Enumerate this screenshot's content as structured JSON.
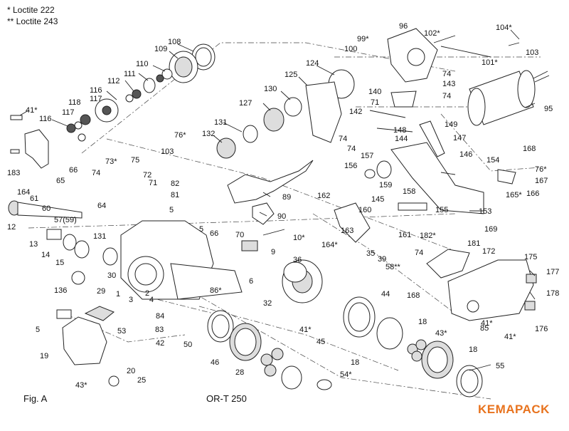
{
  "notes": {
    "loctite_1": "*  Loctite 222",
    "loctite_2": "** Loctite 243"
  },
  "footer": {
    "figure": "Fig. A",
    "model": "OR-T 250",
    "brand": "KEMAPACK",
    "brand_color": "#e8731e"
  },
  "callouts": [
    "104*",
    "96",
    "102*",
    "99*",
    "100",
    "103",
    "101*",
    "108",
    "109",
    "110",
    "124",
    "74",
    "111",
    "125",
    "143",
    "74",
    "112",
    "116",
    "130",
    "140",
    "95",
    "118",
    "117",
    "127",
    "71",
    "142",
    "116",
    "41*",
    "117",
    "131",
    "148",
    "149",
    "144",
    "147",
    "74",
    "76*",
    "132",
    "74",
    "146",
    "103",
    "168",
    "73*",
    "75",
    "157",
    "154",
    "76*",
    "183",
    "72",
    "156",
    "167",
    "66",
    "74",
    "159",
    "158",
    "166",
    "164",
    "65",
    "71",
    "82",
    "81",
    "61",
    "89",
    "165*",
    "60",
    "64",
    "162",
    "145",
    "153",
    "5",
    "155",
    "12",
    "57(59)",
    "160",
    "90",
    "169",
    "5",
    "66",
    "161",
    "70",
    "163",
    "10*",
    "182*",
    "131",
    "14",
    "13",
    "164*",
    "9",
    "181",
    "172",
    "15",
    "35",
    "74",
    "30",
    "39",
    "175",
    "29",
    "58**",
    "136",
    "1",
    "3",
    "4",
    "36",
    "6",
    "2",
    "86*",
    "177",
    "32",
    "44",
    "168",
    "178",
    "5",
    "84",
    "53",
    "18",
    "83",
    "41*",
    "41*",
    "176",
    "41*",
    "85",
    "42",
    "45",
    "43*",
    "18",
    "50",
    "19",
    "46",
    "18",
    "55",
    "20",
    "28",
    "54*",
    "43*",
    "25"
  ]
}
